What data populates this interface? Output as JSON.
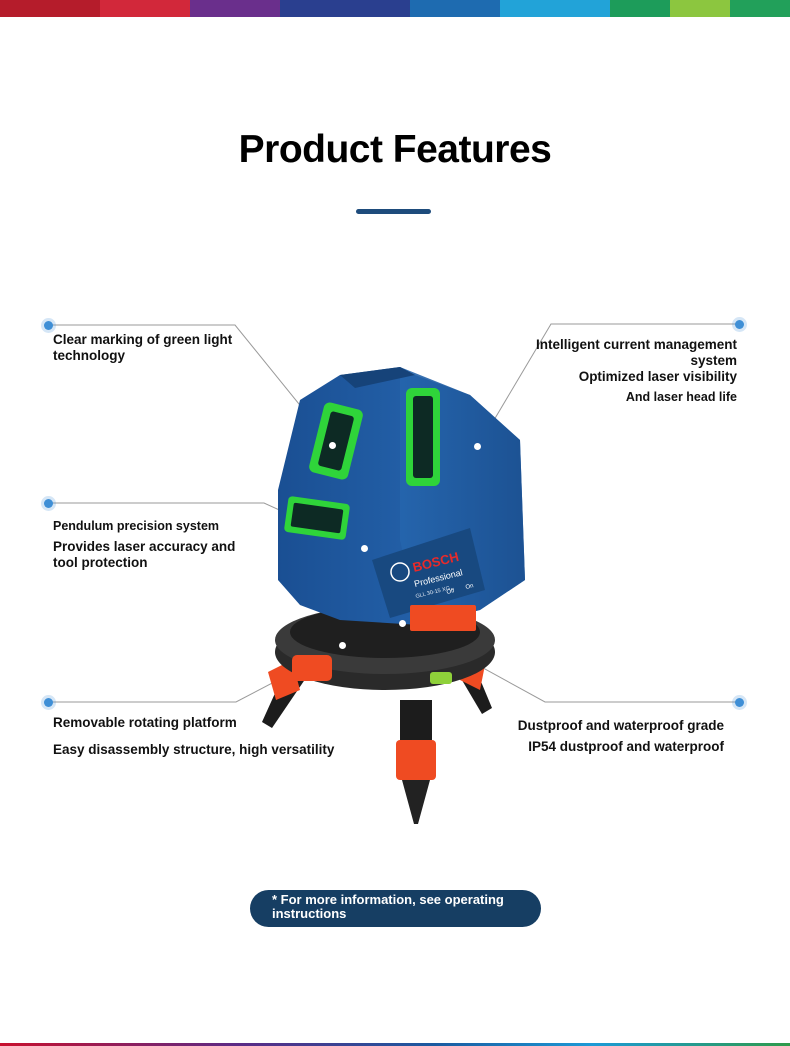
{
  "colors": {
    "title_rule": "#1e4c7c",
    "dot": "#3f8fd6",
    "pill_bg": "#163e63",
    "device_body": "#1f5ea8",
    "laser_green": "#2fd43a",
    "accent_orange": "#ef4b22"
  },
  "header": {
    "title": "Product Features"
  },
  "features": {
    "green_light": {
      "line1": "Clear marking of green light",
      "line2": "technology"
    },
    "current_mgmt": {
      "line1": "Intelligent current management",
      "line2": "system",
      "line3": "Optimized laser visibility",
      "line4": "And laser head life"
    },
    "pendulum": {
      "line1": "Pendulum precision system",
      "line2": "Provides laser accuracy and",
      "line3": "tool protection"
    },
    "platform": {
      "line1": "Removable rotating platform",
      "line2": "Easy disassembly structure, high versatility"
    },
    "dustproof": {
      "line1": "Dustproof and waterproof grade",
      "line2": "IP54 dustproof and waterproof"
    }
  },
  "device": {
    "brand": "BOSCH",
    "series": "Professional",
    "model": "GLL 30-15 XG",
    "switch_off": "Off",
    "switch_on": "On"
  },
  "footer": {
    "note_line1": "* For more information, see operating",
    "note_line2": "instructions"
  }
}
